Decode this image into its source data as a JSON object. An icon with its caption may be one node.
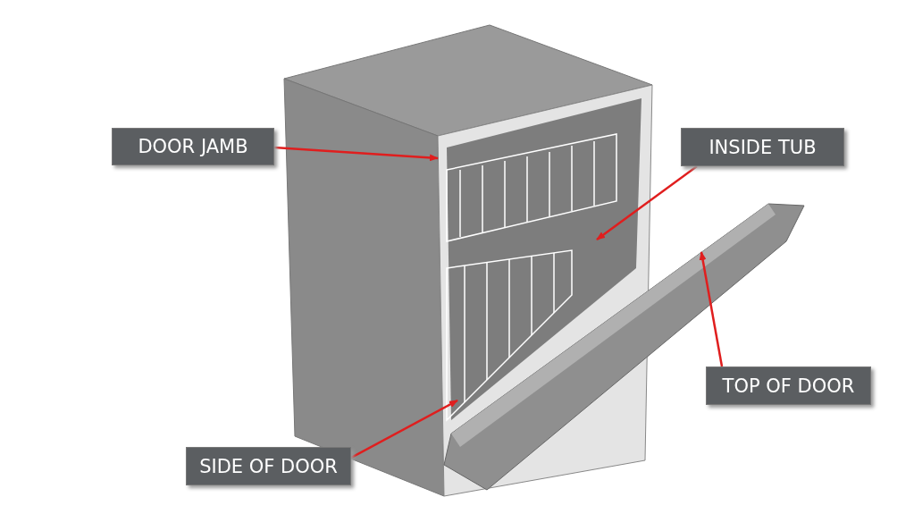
{
  "diagram": {
    "nodes": [
      {
        "text": [
          "DOOR JAMB"
        ]
      },
      {
        "text": [
          "INSIDE TUB"
        ]
      },
      {
        "text": [
          "TOP OF DOOR"
        ]
      },
      {
        "text": [
          "SIDE OF DOOR"
        ]
      }
    ],
    "edges": [
      {
        "from": 0,
        "to": null,
        "arrow": "to"
      },
      {
        "from": 1,
        "to": null,
        "arrow": "to"
      },
      {
        "from": 2,
        "to": null,
        "arrow": "to"
      },
      {
        "from": 3,
        "to": null,
        "arrow": "to"
      }
    ]
  }
}
